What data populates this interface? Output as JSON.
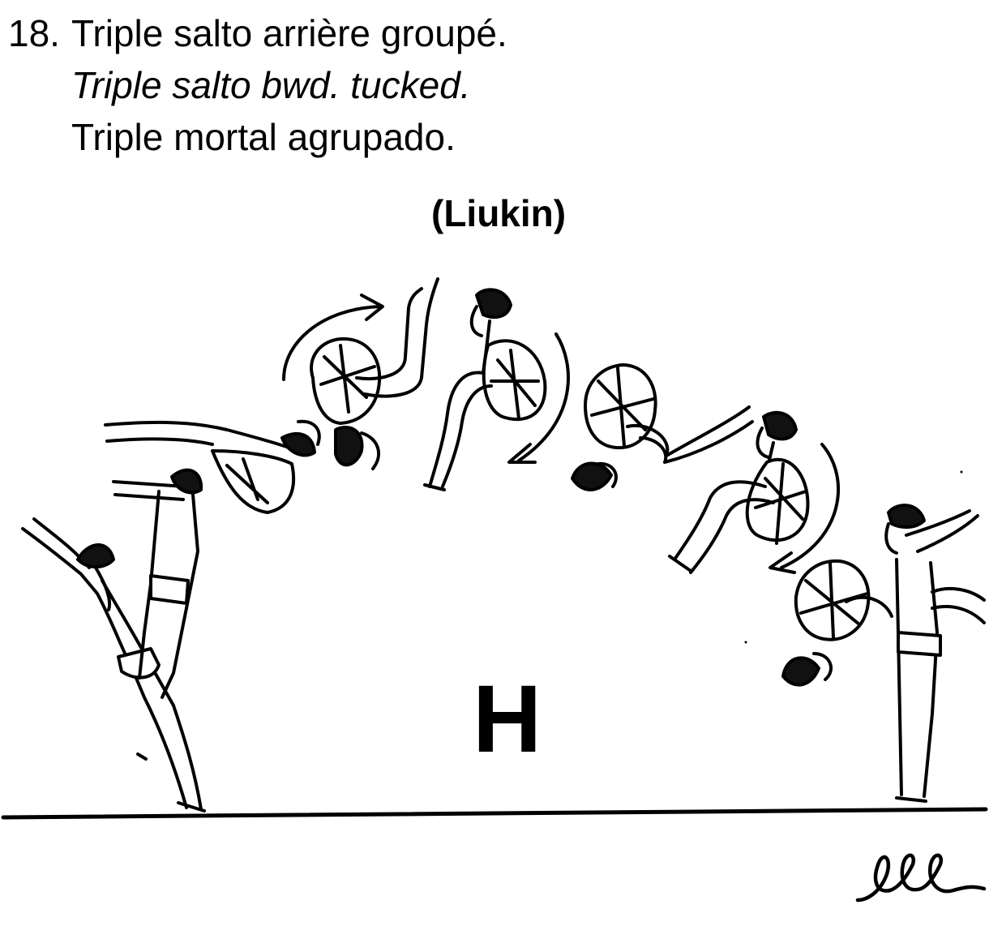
{
  "element": {
    "number": "18.",
    "title_fr": "Triple salto arrière groupé.",
    "title_en": "Triple salto bwd. tucked.",
    "title_es": "Triple mortal agrupado.",
    "named_after": "(Liukin)",
    "difficulty": "H"
  },
  "figure": {
    "stroke_color": "#000000",
    "fill_color": "#ffffff",
    "hair_color": "#111111"
  }
}
